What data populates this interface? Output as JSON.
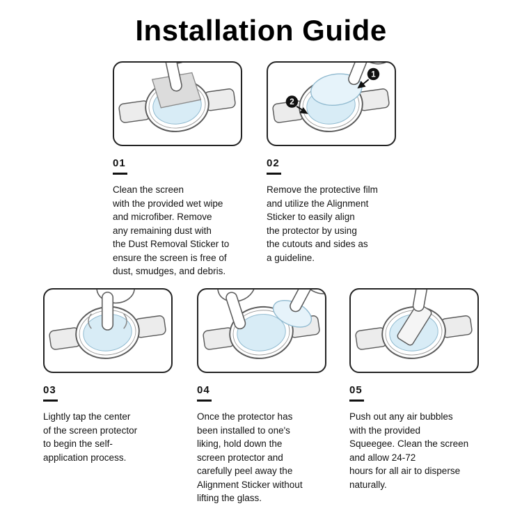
{
  "page": {
    "title": "Installation Guide"
  },
  "colors": {
    "text": "#111111",
    "border": "#232323",
    "glass_blue": "#d8ecf6",
    "band_gray": "#ececec",
    "line_gray": "#5a5a5a",
    "badge_black": "#111111"
  },
  "steps": [
    {
      "number": "01",
      "text": "Clean the screen\nwith the provided wet wipe\nand microfiber. Remove\nany remaining dust with\nthe Dust Removal Sticker to\nensure the screen is free of\ndust, smudges, and debris."
    },
    {
      "number": "02",
      "badge1": "1",
      "badge2": "2",
      "text": "Remove the protective film\nand utilize the Alignment\nSticker to easily align\nthe protector by using\nthe cutouts and sides as\na guideline."
    },
    {
      "number": "03",
      "text": "Lightly tap the center\nof the screen protector\nto begin the self-\napplication process."
    },
    {
      "number": "04",
      "text": "Once the protector has\nbeen installed to one's\nliking, hold down the\nscreen protector and\ncarefully peel away the\nAlignment Sticker without\nlifting the glass."
    },
    {
      "number": "05",
      "text": "Push out any air bubbles\nwith the provided\nSqueegee. Clean the screen\nand allow 24-72\nhours for all air to disperse\nnaturally."
    }
  ]
}
